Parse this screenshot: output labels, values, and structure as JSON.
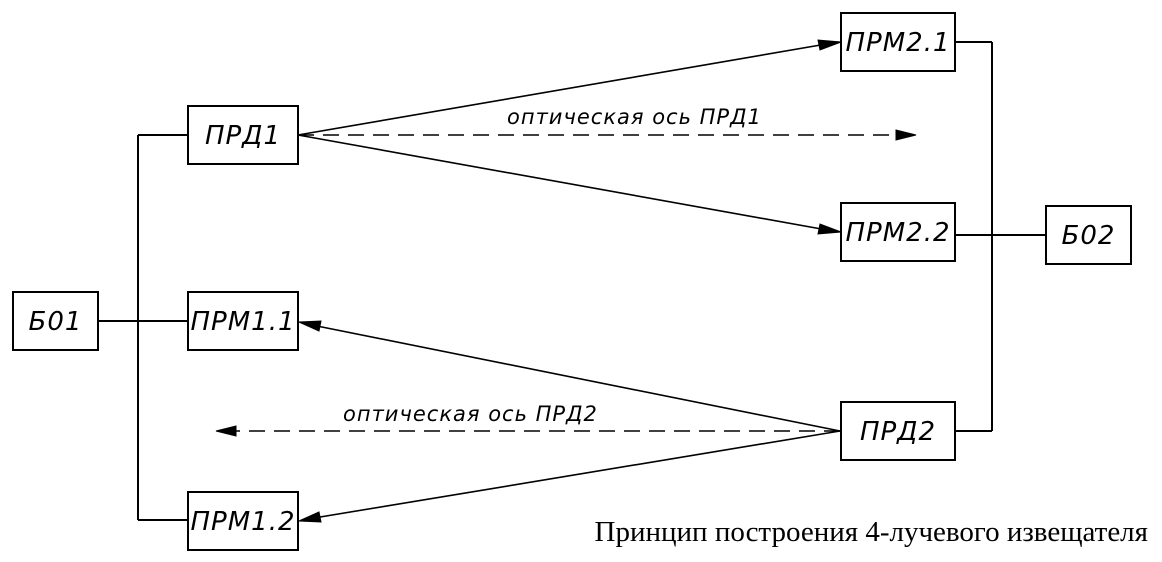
{
  "blocks": {
    "bo1": "Б01",
    "bo2": "Б02",
    "prd1": "ПРД1",
    "prd2": "ПРД2",
    "prm11": "ПРМ1.1",
    "prm12": "ПРМ1.2",
    "prm21": "ПРМ2.1",
    "prm22": "ПРМ2.2"
  },
  "axes": {
    "prd1_axis": "оптическая ось ПРД1",
    "prd2_axis": "оптическая ось ПРД2"
  },
  "caption": "Принцип построения 4-лучевого извещателя"
}
